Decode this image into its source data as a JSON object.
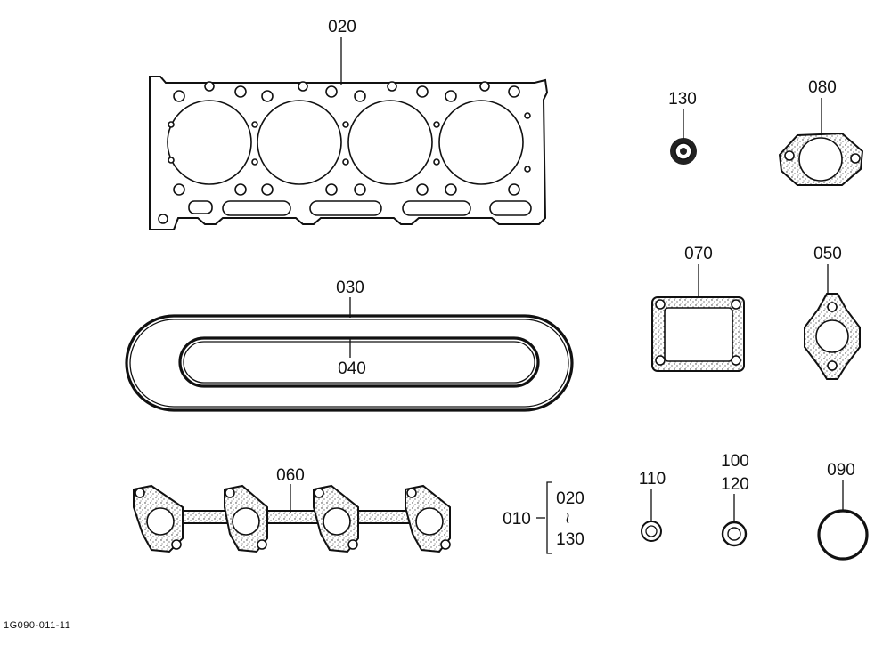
{
  "figure_code": "1G090-011-11",
  "callouts": {
    "p020": "020",
    "p030": "030",
    "p040": "040",
    "p050": "050",
    "p060": "060",
    "p070": "070",
    "p080": "080",
    "p090": "090",
    "p100": "100",
    "p110": "110",
    "p120": "120",
    "p130": "130"
  },
  "kit": {
    "number": "010",
    "range_from": "020",
    "range_symbol": "≀",
    "range_to": "130"
  }
}
